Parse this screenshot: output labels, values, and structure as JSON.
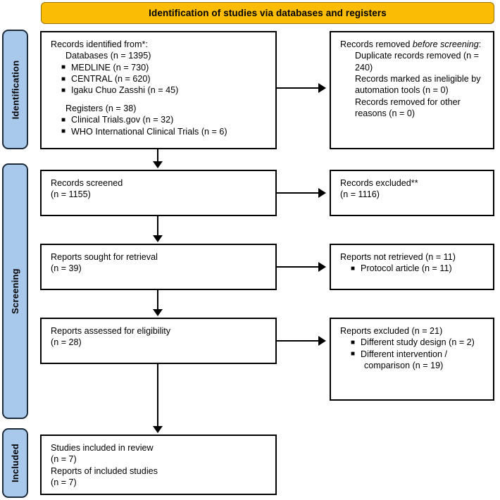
{
  "banner": {
    "title": "Identification of studies via databases and registers",
    "color": "#FBBC06"
  },
  "stages": {
    "identification": "Identification",
    "screening": "Screening",
    "included": "Included",
    "color": "#A9C9EC"
  },
  "bullet_glyph": "■",
  "boxes": {
    "identified": {
      "title": "Records identified from*:",
      "databases_header": "Databases (n = 1395)",
      "databases": [
        "MEDLINE (n = 730)",
        "CENTRAL (n = 620)",
        "Igaku Chuo Zasshi (n = 45)"
      ],
      "registers_header": "Registers (n = 38)",
      "registers": [
        "Clinical Trials.gov (n = 32)",
        "WHO International Clinical Trials (n = 6)"
      ]
    },
    "removed": {
      "title_plain": "Records removed ",
      "title_italic": "before screening",
      "title_colon": ":",
      "items": [
        "Duplicate records removed (n = 240)",
        "Records marked as ineligible by automation tools (n = 0)",
        "Records removed for other reasons (n = 0)"
      ]
    },
    "screened": {
      "line1": "Records screened",
      "line2": "(n = 1155)"
    },
    "excluded_records": {
      "line1": "Records excluded**",
      "line2": "(n = 1116)"
    },
    "sought": {
      "line1": "Reports sought for retrieval",
      "line2": "(n = 39)"
    },
    "not_retrieved": {
      "line1": "Reports not retrieved (n = 11)",
      "items": [
        "Protocol article (n = 11)"
      ]
    },
    "assessed": {
      "line1": "Reports assessed for eligibility",
      "line2": "(n = 28)"
    },
    "excluded_reports": {
      "line1": "Reports excluded (n = 21)",
      "items": [
        "Different study design (n = 2)",
        "Different intervention / comparison (n = 19)"
      ]
    },
    "included": {
      "line1": "Studies included in review",
      "line2": "(n = 7)",
      "line3": "Reports of included studies",
      "line4": "(n = 7)"
    }
  }
}
